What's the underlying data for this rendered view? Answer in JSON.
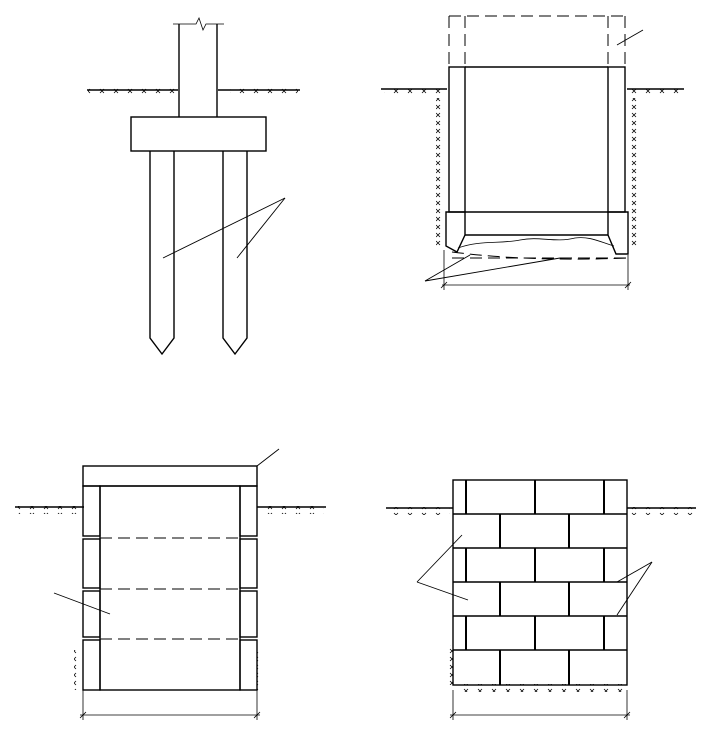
{
  "figure": {
    "panels": [
      {
        "id": "a",
        "subject": "pile-foundation"
      },
      {
        "id": "b",
        "subject": "caisson-sinking"
      },
      {
        "id": "c",
        "subject": "cast-in-place-caisson"
      },
      {
        "id": "d",
        "subject": "masonry-caisson"
      }
    ],
    "colors": {
      "line": "#000000",
      "background": "#ffffff"
    }
  }
}
